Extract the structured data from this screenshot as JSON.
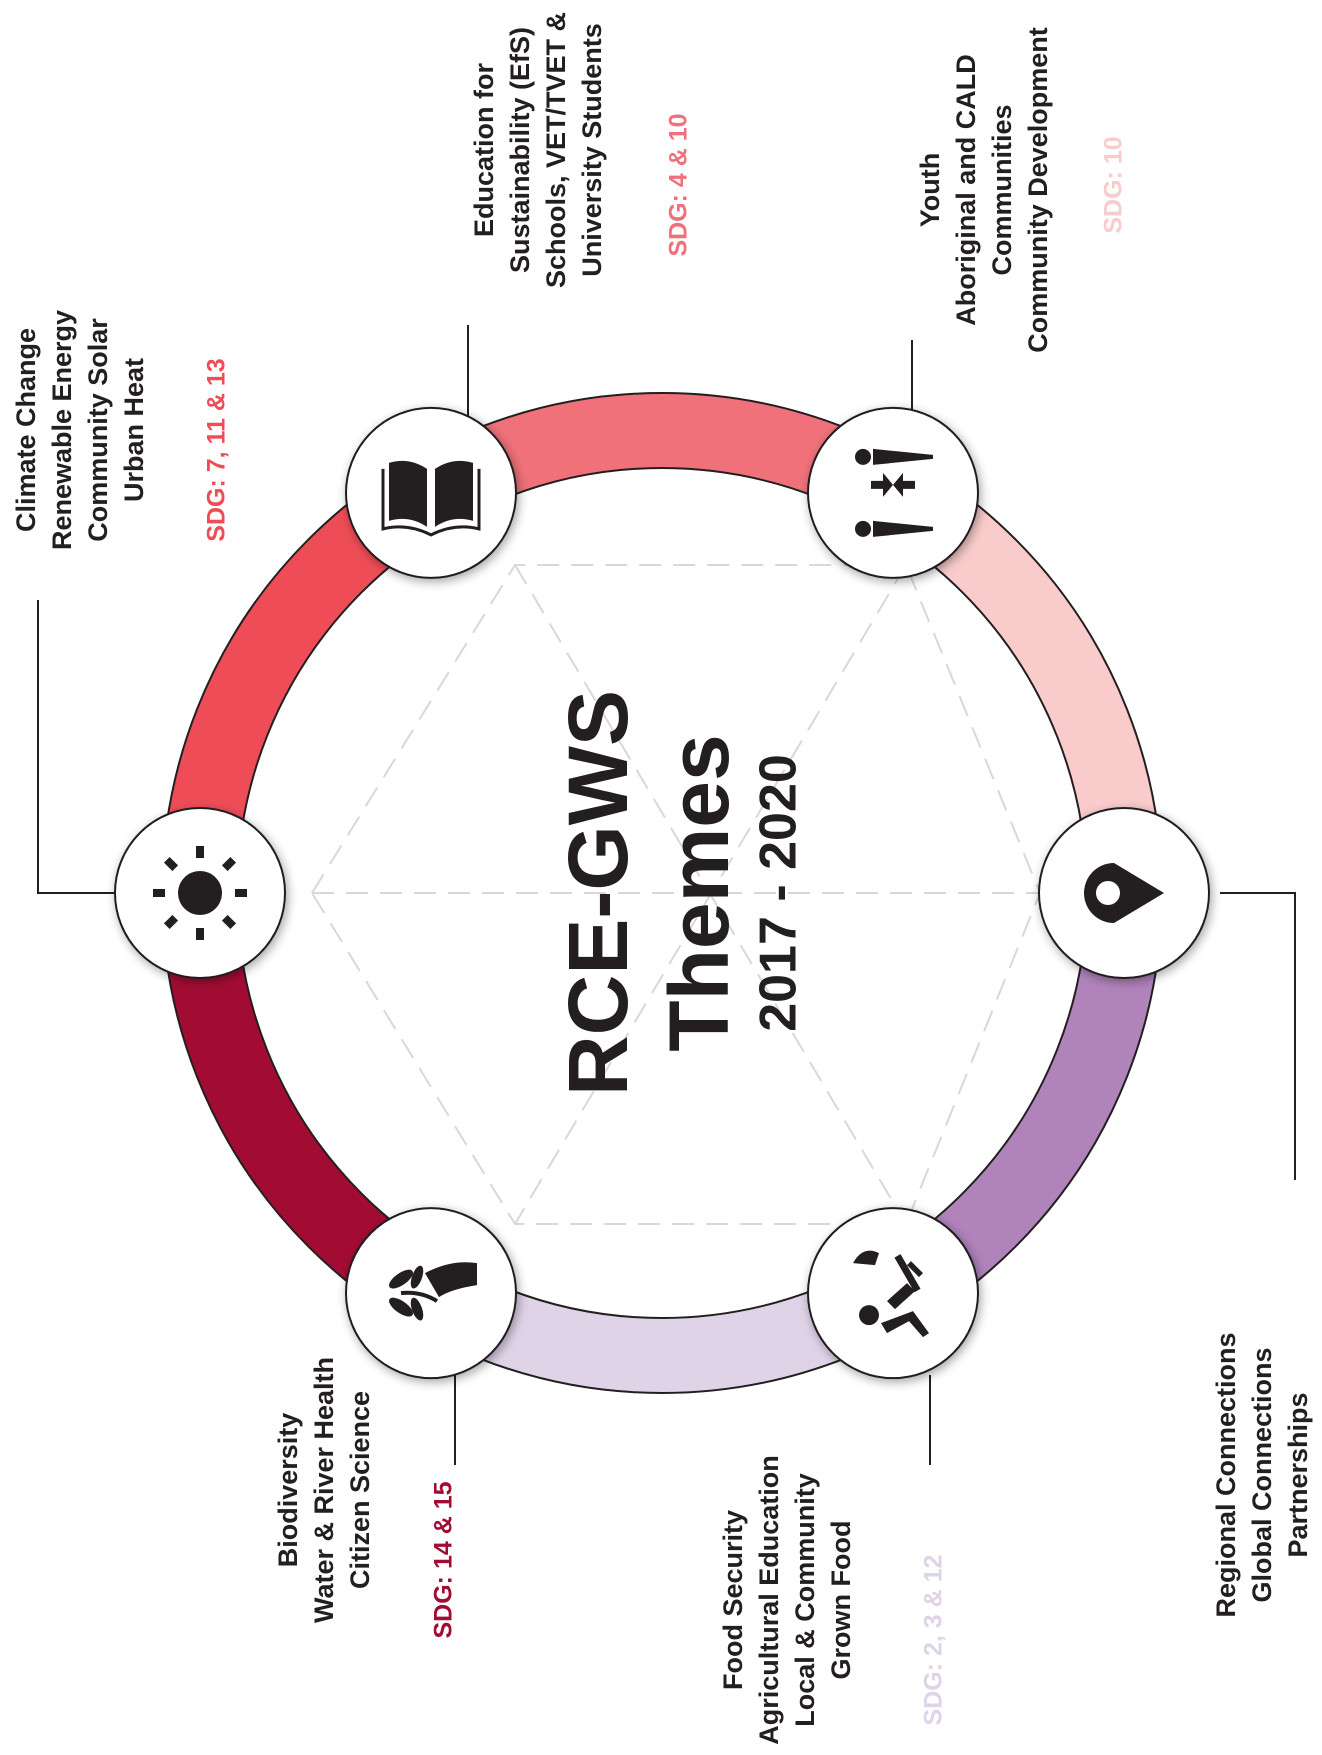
{
  "title": {
    "line1": "RCE-GWS",
    "line2": "Themes",
    "line3": "2017 - 2020"
  },
  "themes": [
    {
      "icon": "sun-icon",
      "lines": [
        "Climate Change",
        "Renewable Energy",
        "Community Solar",
        "Urban Heat"
      ],
      "sdg": "SDG: 7, 11 & 13",
      "color": "#ee4d57"
    },
    {
      "icon": "open-book-icon",
      "lines": [
        "Education for",
        "Sustainability (EfS)",
        "Schools, VET/TVET &",
        "University Students"
      ],
      "sdg": "SDG: 4 & 10",
      "color": "#f07179"
    },
    {
      "icon": "people-exchange-icon",
      "lines": [
        "Youth",
        "Aboriginal and CALD",
        "Communities",
        "Community Development"
      ],
      "sdg": "SDG: 10",
      "color": "#f9cccb"
    },
    {
      "icon": "location-pin-icon",
      "lines": [
        "Regional Connections",
        "Global Connections",
        "Partnerships"
      ],
      "sdg": "",
      "color": "#b083bb"
    },
    {
      "icon": "farmer-icon",
      "lines": [
        "Food Security",
        "Agricultural Education",
        "Local & Community",
        "Grown Food"
      ],
      "sdg": "SDG: 2, 3 & 12",
      "color": "#dfd3e8"
    },
    {
      "icon": "hand-plant-icon",
      "lines": [
        "Biodiversity",
        "Water & River Health",
        "Citizen Science"
      ],
      "sdg": "SDG: 14 & 15",
      "color": "#a30c32"
    }
  ]
}
